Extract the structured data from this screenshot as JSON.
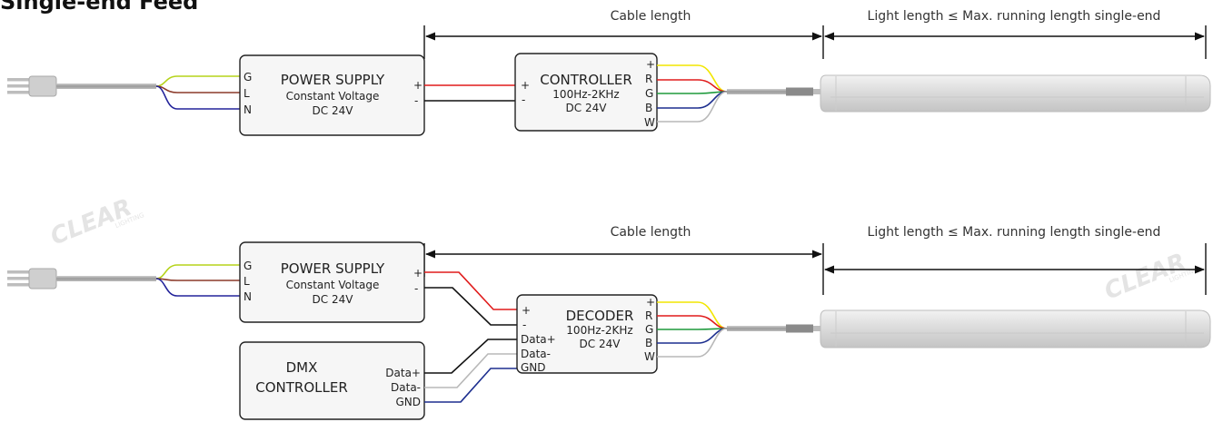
{
  "title": "Single-end Feed",
  "colors": {
    "ground": "#b5d31a",
    "line": "#8b3a2a",
    "neutral": "#23239a",
    "red": "#e01b1b",
    "black": "#111111",
    "yellow": "#f2e600",
    "green": "#1e9a3c",
    "blue": "#1d2f8f",
    "white": "#b8b8b8"
  },
  "dimensions": {
    "cable_length": "Cable length",
    "light_length": "Light length ≤ Max. running length single-end"
  },
  "power_supply": {
    "name": "POWER SUPPLY",
    "type": "Constant Voltage",
    "voltage": "DC 24V",
    "inputs": [
      "G",
      "L",
      "N"
    ],
    "outputs": [
      "+",
      "-"
    ]
  },
  "controller": {
    "name": "CONTROLLER",
    "freq": "100Hz-2KHz",
    "voltage": "DC 24V",
    "inputs": [
      "+",
      "-"
    ],
    "outputs": [
      "+",
      "R",
      "G",
      "B",
      "W"
    ]
  },
  "decoder": {
    "name": "DECODER",
    "freq": "100Hz-2KHz",
    "voltage": "DC 24V",
    "inputs": [
      "+",
      "-",
      "Data+",
      "Data-",
      "GND"
    ],
    "outputs": [
      "+",
      "R",
      "G",
      "B",
      "W"
    ]
  },
  "dmx_controller": {
    "name_line1": "DMX",
    "name_line2": "CONTROLLER",
    "outputs": [
      "Data+",
      "Data-",
      "GND"
    ]
  },
  "watermark": {
    "brand": "CLEAR",
    "sub": "LIGHTING"
  }
}
